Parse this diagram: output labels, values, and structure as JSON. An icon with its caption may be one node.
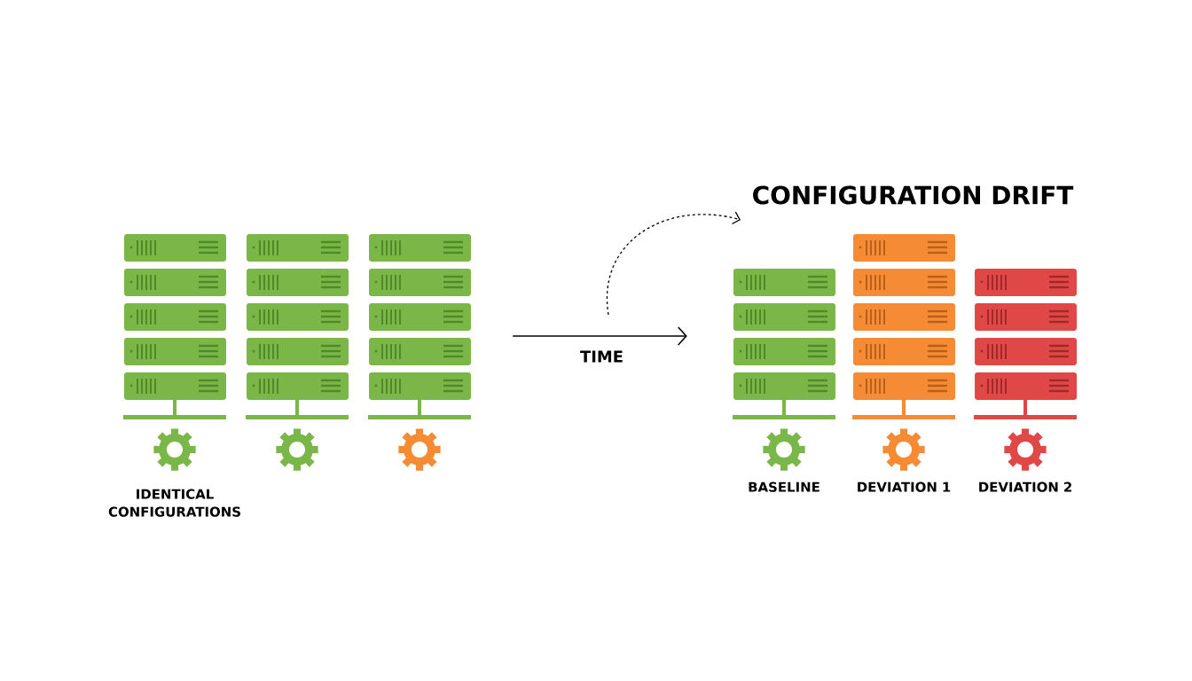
{
  "diagram": {
    "title": "CONFIGURATION DRIFT",
    "nodes": [
      {
        "text": [],
        "shape": "picture",
        "beside": [
          "IDENTICAL CONFIGURATIONS"
        ]
      },
      {
        "text": [],
        "shape": "picture"
      },
      {
        "text": [],
        "shape": "picture"
      },
      {
        "text": [],
        "shape": "picture",
        "beside": [
          "BASELINE"
        ]
      },
      {
        "text": [],
        "shape": "picture",
        "beside": [
          "DEVIATION 1"
        ]
      },
      {
        "text": [],
        "shape": "picture",
        "beside": [
          "DEVIATION 2"
        ]
      }
    ],
    "edges": [
      {
        "from": 2,
        "to": 3,
        "arrow": "to",
        "label": "TIME"
      }
    ]
  }
}
